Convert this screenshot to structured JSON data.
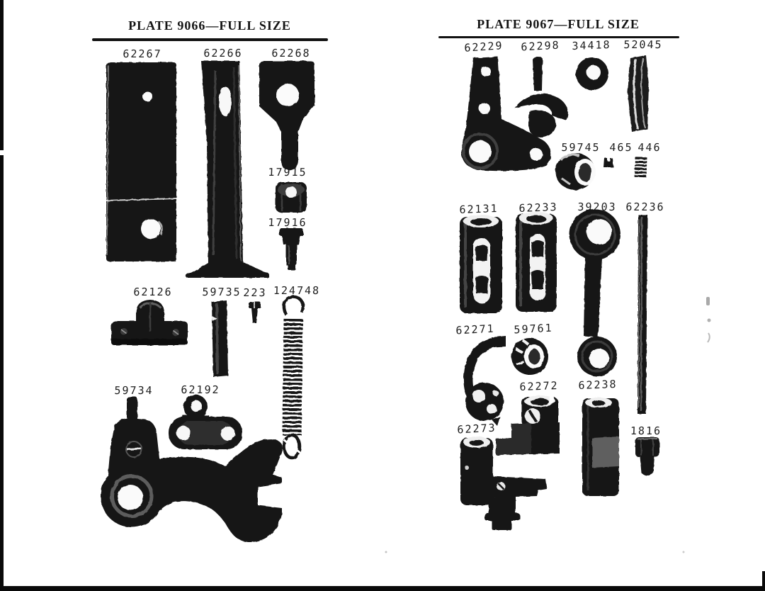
{
  "colors": {
    "paper": "#ffffff",
    "ink": "#161616"
  },
  "plates": [
    {
      "title": "PLATE 9066—FULL SIZE",
      "labels": [
        "62267",
        "62266",
        "62268",
        "17915",
        "17916",
        "62126",
        "59735",
        "223",
        "124748",
        "59734",
        "62192"
      ]
    },
    {
      "title": "PLATE 9067—FULL SIZE",
      "labels": [
        "62229",
        "62298",
        "34418",
        "52045",
        "59745",
        "465",
        "446",
        "62131",
        "62233",
        "39203",
        "62236",
        "62271",
        "59761",
        "62272",
        "62238",
        "62273",
        "1816"
      ]
    }
  ]
}
